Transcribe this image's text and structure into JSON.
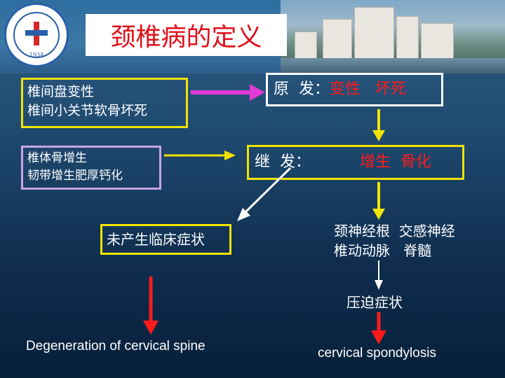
{
  "title": "颈椎病的定义",
  "logo": {
    "year": "1934",
    "name": "logo-emblem"
  },
  "left": {
    "box1": {
      "line1": "椎间盘变性",
      "line2": "椎间小关节软骨坏死"
    },
    "box2": {
      "line1": "椎体骨增生",
      "line2": "韧带增生肥厚钙化"
    },
    "box3": {
      "text": "未产生临床症状"
    },
    "caption": "Degeneration of cervical spine"
  },
  "right": {
    "primary": {
      "prefix": "原  发：",
      "value": "变性   坏死"
    },
    "secondary": {
      "prefix": "继  发：",
      "value": "增生  骨化"
    },
    "compress": {
      "line1": "颈神经根  交感神经",
      "line2": "椎动动脉   脊髓"
    },
    "symptom": "压迫症状",
    "caption": "cervical spondylosis"
  },
  "colors": {
    "title_red": "#e0101a",
    "highlight_red": "#ff1a1a",
    "box_yellow": "#f2e400",
    "box_lilac": "#c9a3e6",
    "arrow_magenta": "#e23ad6"
  }
}
